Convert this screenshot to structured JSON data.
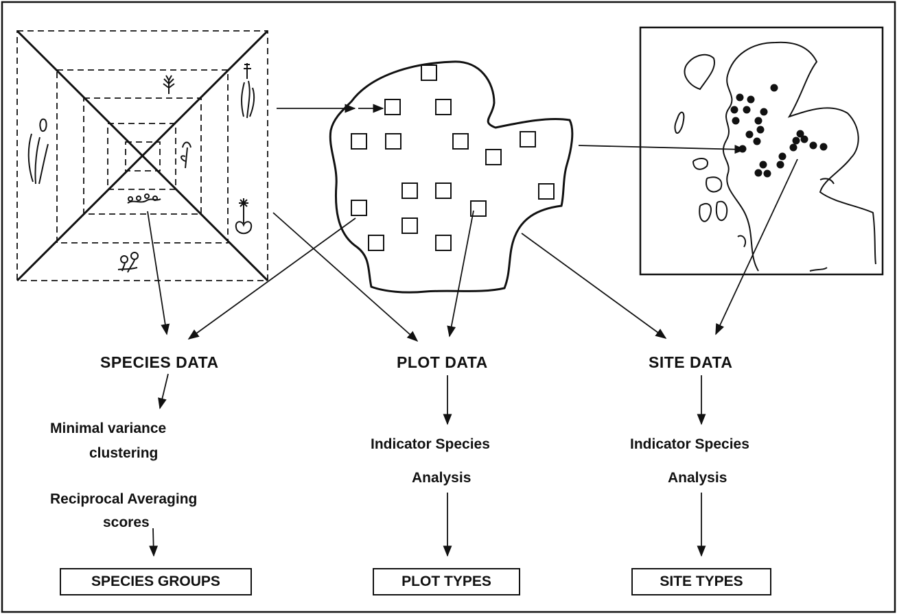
{
  "columns": {
    "species": {
      "heading": "SPECIES DATA",
      "step1": "Minimal variance",
      "step2": "clustering",
      "step3": "Reciprocal Averaging",
      "step4": "scores",
      "result": "SPECIES GROUPS"
    },
    "plot": {
      "heading": "PLOT DATA",
      "step1": "Indicator Species",
      "step2": "Analysis",
      "result": "PLOT TYPES"
    },
    "site": {
      "heading": "SITE DATA",
      "step1": "Indicator Species",
      "step2": "Analysis",
      "result": "SITE TYPES"
    }
  },
  "illustrations": {
    "quadrat": "nested-quadrat-with-plants",
    "site": "site-outline-with-plot-squares",
    "map": "scotland-map-with-site-dots"
  },
  "colors": {
    "ink": "#111111",
    "paper": "#ffffff"
  }
}
